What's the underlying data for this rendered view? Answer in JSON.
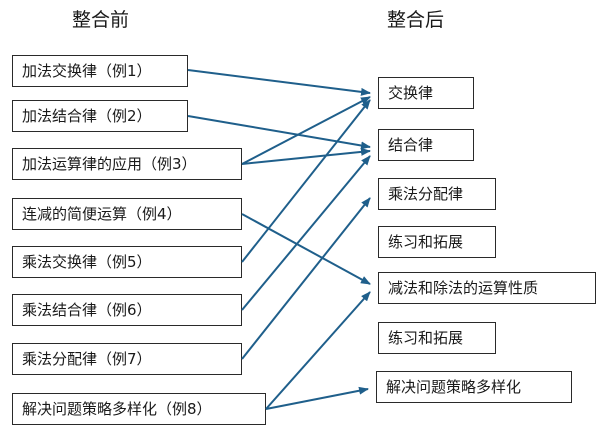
{
  "headings": {
    "before": "整合前",
    "after": "整合后"
  },
  "left_items": [
    "加法交换律（例1）",
    "加法结合律（例2）",
    "加法运算律的应用（例3）",
    "连减的简便运算（例4）",
    "乘法交换律（例5）",
    "乘法结合律（例6）",
    "乘法分配律（例7）",
    "解决问题策略多样化（例8）"
  ],
  "right_items": [
    "交换律",
    "结合律",
    "乘法分配律",
    "练习和拓展",
    "减法和除法的运算性质",
    "练习和拓展",
    "解决问题策略多样化"
  ],
  "mappings": [
    {
      "from": "加法交换律（例1）",
      "to": "交换律"
    },
    {
      "from": "加法结合律（例2）",
      "to": "结合律"
    },
    {
      "from": "加法运算律的应用（例3）",
      "to": "结合律"
    },
    {
      "from": "加法运算律的应用（例3）",
      "to": "交换律"
    },
    {
      "from": "连减的简便运算（例4）",
      "to": "减法和除法的运算性质"
    },
    {
      "from": "乘法交换律（例5）",
      "to": "交换律"
    },
    {
      "from": "乘法结合律（例6）",
      "to": "结合律"
    },
    {
      "from": "乘法分配律（例7）",
      "to": "乘法分配律"
    },
    {
      "from": "解决问题策略多样化（例8）",
      "to": "减法和除法的运算性质"
    },
    {
      "from": "解决问题策略多样化（例8）",
      "to": "解决问题策略多样化"
    }
  ],
  "arrow_color": "#1f5f8b"
}
